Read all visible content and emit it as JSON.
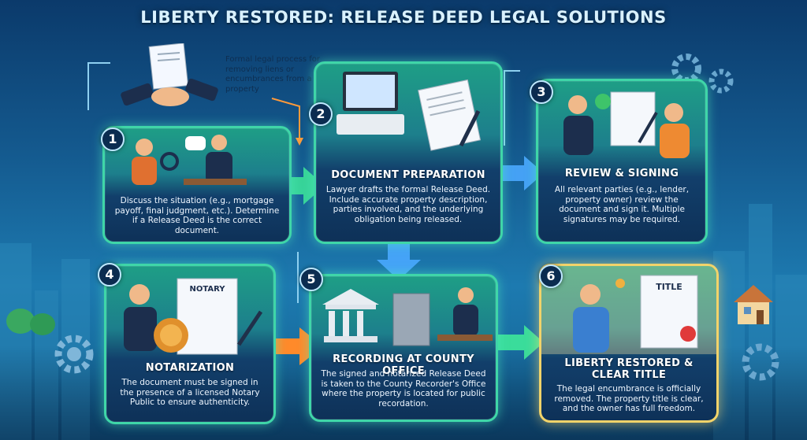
{
  "title": "LIBERTY RESTORED: RELEASE DEED LEGAL SOLUTIONS",
  "intro": "Formal legal process for removing liens or encumbrances from a property",
  "steps": [
    {
      "number": "1",
      "heading": "",
      "description": "Discuss the situation (e.g., mortgage payoff, final judgment, etc.). Determine if a Release Deed is the correct document."
    },
    {
      "number": "2",
      "heading": "DOCUMENT PREPARATION",
      "description": "Lawyer drafts the formal Release Deed. Include accurate property description, parties involved, and the underlying obligation being released."
    },
    {
      "number": "3",
      "heading": "REVIEW & SIGNING",
      "description": "All relevant parties (e.g., lender, property owner) review the document and sign it. Multiple signatures may be required."
    },
    {
      "number": "4",
      "heading": "NOTARIZATION",
      "description": "The document must be signed in the presence of a licensed Notary Public to ensure authenticity."
    },
    {
      "number": "5",
      "heading": "RECORDING AT COUNTY OFFICE",
      "description": "The signed and notarized Release Deed is taken to the County Recorder's Office where the property is located for public recordation."
    },
    {
      "number": "6",
      "heading": "LIBERTY RESTORED & CLEAR TITLE",
      "description": "The legal encumbrance is officially removed. The property title is clear, and the owner has full freedom."
    }
  ],
  "illustration_labels": {
    "notary": "NOTARY",
    "title_doc": "TITLE"
  },
  "colors": {
    "card_border": "#3fd6a8",
    "arrow_green": "#3ee89a",
    "arrow_blue": "#4aa8ff",
    "arrow_orange": "#ff8a2a",
    "badge_bg": "#0b2c50"
  }
}
